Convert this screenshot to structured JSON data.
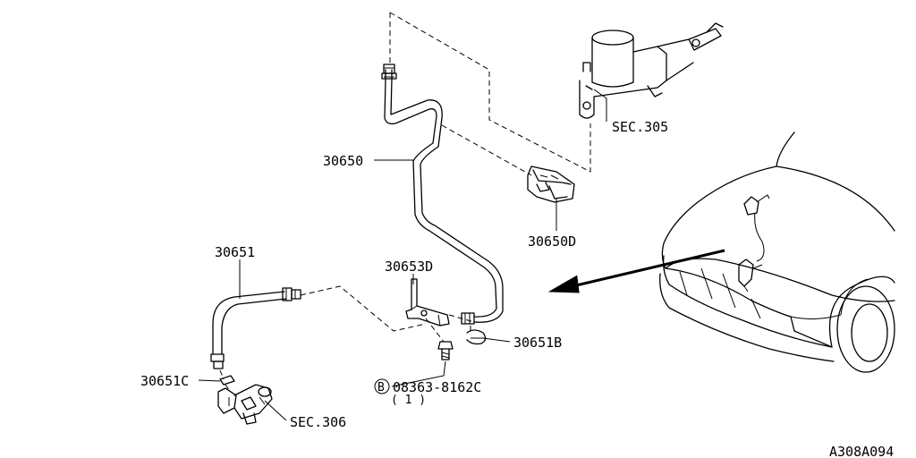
{
  "labels": {
    "sec305": "SEC.305",
    "p30650": "30650",
    "p30650d": "30650D",
    "p30651": "30651",
    "p30653d": "30653D",
    "p30651b": "30651B",
    "p30651c": "30651C",
    "sec306": "SEC.306",
    "bolt_marker": "B",
    "bolt_part": "08363-8162C",
    "bolt_qty": "( 1 )",
    "figure_code": "A308A094"
  }
}
